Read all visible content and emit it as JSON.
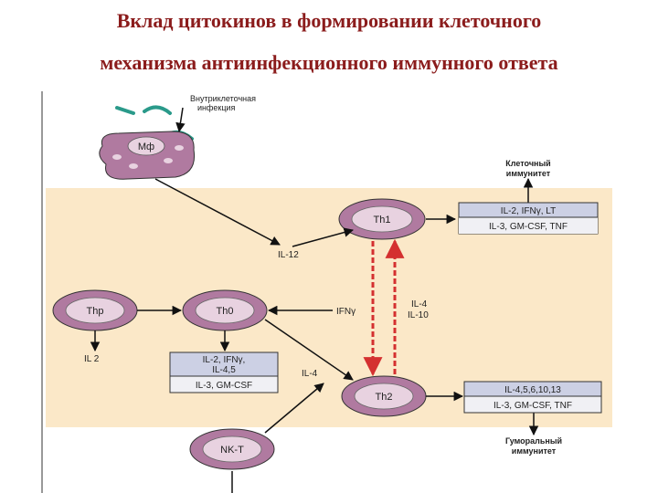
{
  "title": {
    "line1": "Вклад цитокинов в формировании клеточного",
    "line2": "механизма антиинфекционного иммунного ответа"
  },
  "diagram": {
    "infection_label": [
      "Внутриклеточная",
      "инфекция"
    ],
    "cells": {
      "macrophage": "Мф",
      "thp": "Thp",
      "th0": "Th0",
      "th1": "Th1",
      "th2": "Th2",
      "nkt": "NK-T"
    },
    "cytokines": {
      "il12": "IL-12",
      "il2": "IL 2",
      "il4_bottom": "IL-4",
      "ifng": "IFNγ",
      "il4_il10": [
        "IL-4",
        "IL-10"
      ]
    },
    "boxes": {
      "th1": [
        "IL-2, IFNγ, LT",
        "IL-3, GM-CSF, TNF"
      ],
      "th0": [
        "IL-2, IFNγ,",
        "IL-4,5",
        "IL-3, GM-CSF"
      ],
      "th2": [
        "IL-4,5,6,10,13",
        "IL-3, GM-CSF, TNF"
      ]
    },
    "outcomes": {
      "cellular": [
        "Клеточный",
        "иммунитет"
      ],
      "humoral": [
        "Гуморальный",
        "иммунитет"
      ]
    },
    "colors": {
      "background_band": "#fbe8c8",
      "cell_fill": "#b07aa0",
      "cell_nucleus": "#e8d2e0",
      "arrow_red": "#d43030",
      "box_fill": "#ccd0e4",
      "title": "#8b1c1c"
    }
  }
}
